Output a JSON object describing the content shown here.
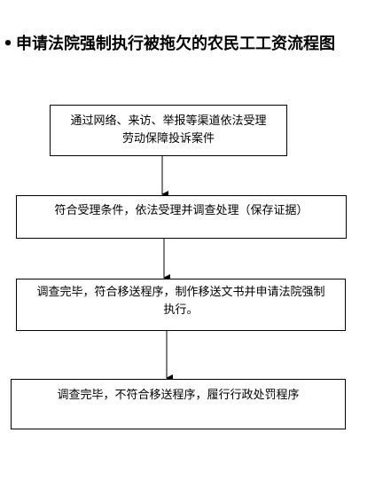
{
  "title": {
    "bullet": "•",
    "text": "申请法院强制执行被拖欠的农民工工资流程图"
  },
  "steps": [
    {
      "lines": [
        "通过网络、来访、举报等渠道依法受理",
        "劳动保障投诉案件"
      ]
    },
    {
      "lines": [
        "符合受理条件，依法受理并调查处理（保存证据）"
      ]
    },
    {
      "lines": [
        "调查完毕，符合移送程序，制作移送文书并申请法院强制",
        "执行。"
      ]
    },
    {
      "lines": [
        "调查完毕，不符合移送程序，履行行政处罚程序"
      ]
    }
  ],
  "colors": {
    "line": "#000000",
    "background": "#ffffff"
  }
}
